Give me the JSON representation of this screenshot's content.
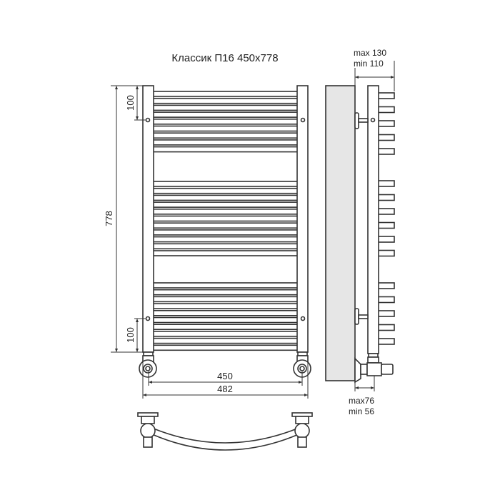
{
  "title": "Классик П16 450x778",
  "dimensions": {
    "height_total": "778",
    "top_offset": "100",
    "bottom_offset": "100",
    "axis_width": "450",
    "overall_width": "482",
    "wall_gap_max": "max 130",
    "wall_gap_min": "min 110",
    "valve_max": "max76",
    "valve_min": "min 56"
  },
  "colors": {
    "line": "#333333",
    "wall": "#e6e6e6"
  }
}
